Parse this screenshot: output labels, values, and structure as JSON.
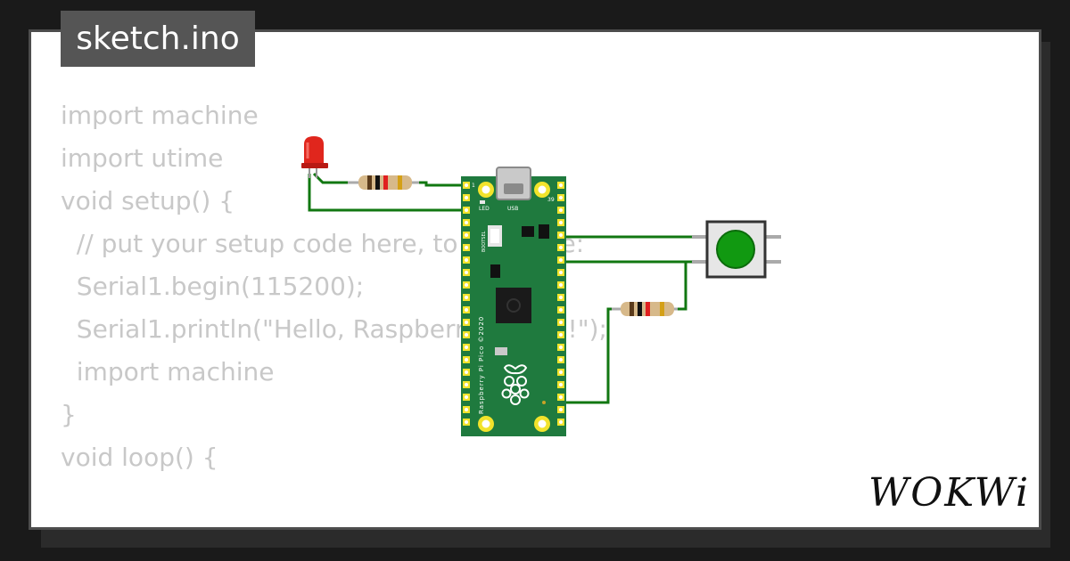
{
  "file_tab": {
    "label": "sketch.ino"
  },
  "code_lines": [
    "import machine",
    "import utime",
    "",
    "void setup() {",
    "  // put your setup code here, to run once:",
    "  Serial1.begin(115200);",
    "  Serial1.println(\"Hello, Raspberry Pi Pico!\");",
    "  import machine",
    "}",
    "",
    "void loop() {"
  ],
  "board": {
    "silkscreen": "Raspberry Pi Pico ©2020",
    "led_label": "LED",
    "usb_label": "USB",
    "bootsel_label": "BOOTSEL",
    "pin1_label": "1",
    "pin39_label": "39"
  },
  "logo": {
    "text": "WOKWi"
  },
  "colors": {
    "wire": "#117711",
    "led": "#e0261d",
    "button_cap": "#119911",
    "board": "#1f7a3e",
    "code_text": "#c8c8c8"
  }
}
